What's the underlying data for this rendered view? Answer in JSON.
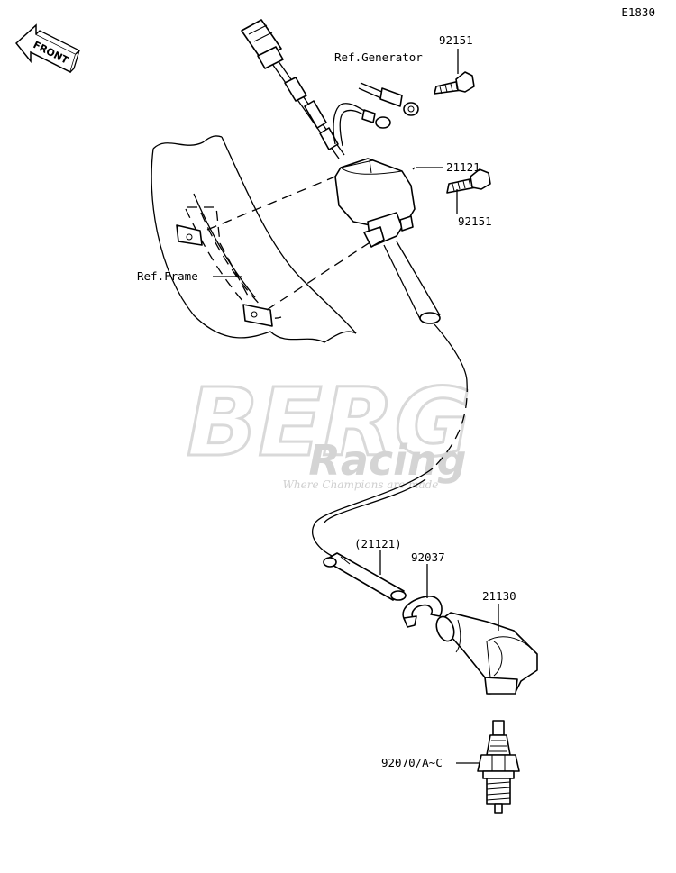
{
  "diagram_code": "E1830",
  "front_label": "FRONT",
  "watermark": {
    "line1": "BERG",
    "line2": "Racing",
    "tagline": "Where Champions are made"
  },
  "labels": {
    "ref_generator": "Ref.Generator",
    "bolt_top": "92151",
    "coil": "21121",
    "bolt_mid": "92151",
    "ref_frame": "Ref.Frame",
    "lead_paren": "(21121)",
    "clamp": "92037",
    "plug_cap": "21130",
    "spark_plug": "92070/A~C"
  },
  "colors": {
    "line": "#000000",
    "watermark": "#d9d9d9",
    "background": "#ffffff"
  }
}
